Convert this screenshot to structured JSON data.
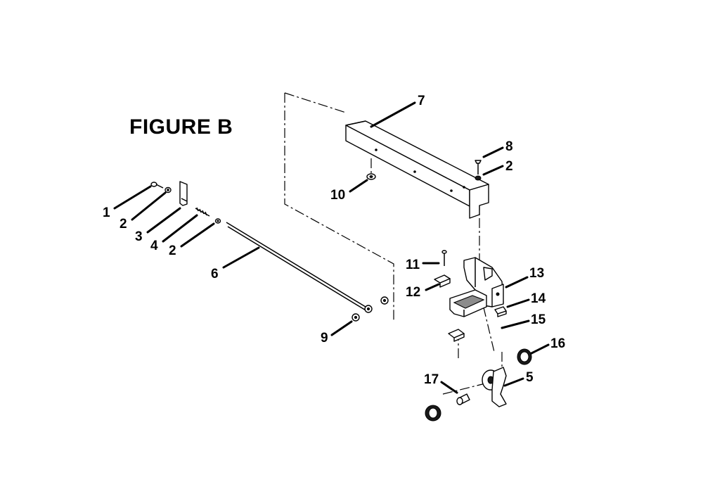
{
  "figure": {
    "title": "FIGURE B"
  },
  "callouts": {
    "c1": "1",
    "c2a": "2",
    "c3": "3",
    "c4": "4",
    "c2b": "2",
    "c6": "6",
    "c7": "7",
    "c8": "8",
    "c2c": "2",
    "c10": "10",
    "c11": "11",
    "c12": "12",
    "c13": "13",
    "c14": "14",
    "c15": "15",
    "c16": "16",
    "c5": "5",
    "c9": "9",
    "c17": "17"
  }
}
